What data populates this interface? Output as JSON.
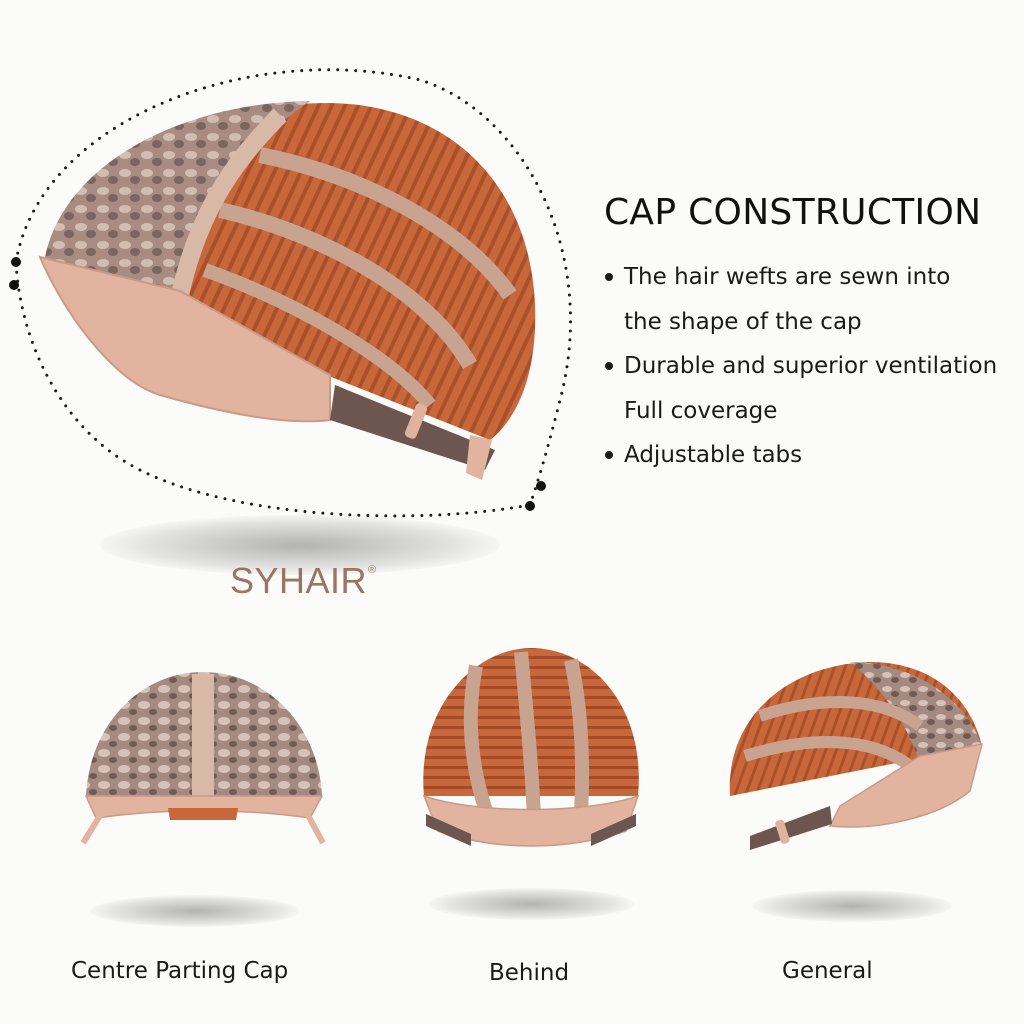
{
  "brand": {
    "name": "SYHAIR",
    "mark": "®"
  },
  "section": {
    "title": "CAP CONSTRUCTION",
    "features": [
      {
        "text": "The hair wefts are sewn into",
        "bullet": true
      },
      {
        "text": "the shape of the cap",
        "bullet": false
      },
      {
        "text": "Durable and superior ventilation",
        "bullet": true
      },
      {
        "text": "Full coverage",
        "bullet": false
      },
      {
        "text": "Adjustable tabs",
        "bullet": true
      }
    ]
  },
  "views": [
    {
      "caption": "Centre Parting Cap"
    },
    {
      "caption": "Behind"
    },
    {
      "caption": "General"
    }
  ],
  "colors": {
    "hair": "#c8683a",
    "lace": "#b89a8e",
    "band": "#e2b4a0",
    "strap": "#6e5650",
    "brand": "#9c7461"
  }
}
